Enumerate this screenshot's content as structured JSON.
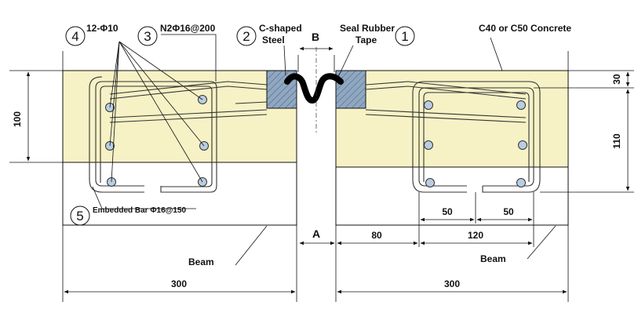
{
  "labels": {
    "callout_1": "1",
    "callout_2": "2",
    "callout_3": "3",
    "callout_4": "4",
    "callout_5": "5",
    "seal_line1": "Seal Rubber",
    "seal_line2": "Tape",
    "steel_line1": "C-shaped",
    "steel_line2": "Steel",
    "gap_b": "B",
    "gap_a": "A",
    "bars_12": "12-Φ10",
    "stirrup": "N2Φ16@200",
    "concrete": "C40 or C50 Concrete",
    "embedded": "Embedded Bar Φ16@150",
    "beam_left": "Beam",
    "beam_right": "Beam"
  },
  "dimensions": {
    "left_height": "100",
    "right_top": "30",
    "right_height": "110",
    "width_left": "300",
    "width_right": "300",
    "offset": "80",
    "rebar_span": "120",
    "half_left": "50",
    "half_right": "50"
  },
  "colors": {
    "concrete_fill": "#f6f2c6",
    "steel_fill": "#8fa7c0",
    "rebar_fill": "#b9cde0",
    "rubber": "#000000"
  }
}
